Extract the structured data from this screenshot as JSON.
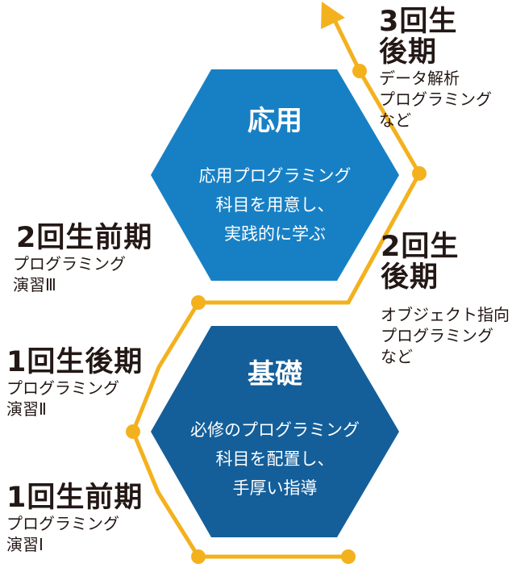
{
  "colors": {
    "path": "#f3b11e",
    "hex_applied": "#1780c5",
    "hex_basic": "#145f9a",
    "text": "#231815"
  },
  "hex_applied": {
    "title": "応用",
    "lines": [
      "応用プログラミング",
      "科目を用意し、",
      "実践的に学ぶ"
    ]
  },
  "hex_basic": {
    "title": "基礎",
    "lines": [
      "必修のプログラミング",
      "科目を配置し、",
      "手厚い指導"
    ]
  },
  "stages": {
    "y1_first": {
      "title": "1回生前期",
      "lines": [
        "プログラミング",
        "演習Ⅰ"
      ]
    },
    "y1_second": {
      "title": "1回生後期",
      "lines": [
        "プログラミング",
        "演習Ⅱ"
      ]
    },
    "y2_first": {
      "title": "2回生前期",
      "lines": [
        "プログラミング",
        "演習Ⅲ"
      ]
    },
    "y2_second": {
      "title_lines": [
        "2回生",
        "後期"
      ],
      "lines": [
        "オブジェクト指向",
        "プログラミング",
        "など"
      ]
    },
    "y3_first": {
      "title_lines": [
        "3回生",
        "後期"
      ],
      "lines": [
        "データ解析",
        "プログラミング",
        "など"
      ]
    }
  }
}
